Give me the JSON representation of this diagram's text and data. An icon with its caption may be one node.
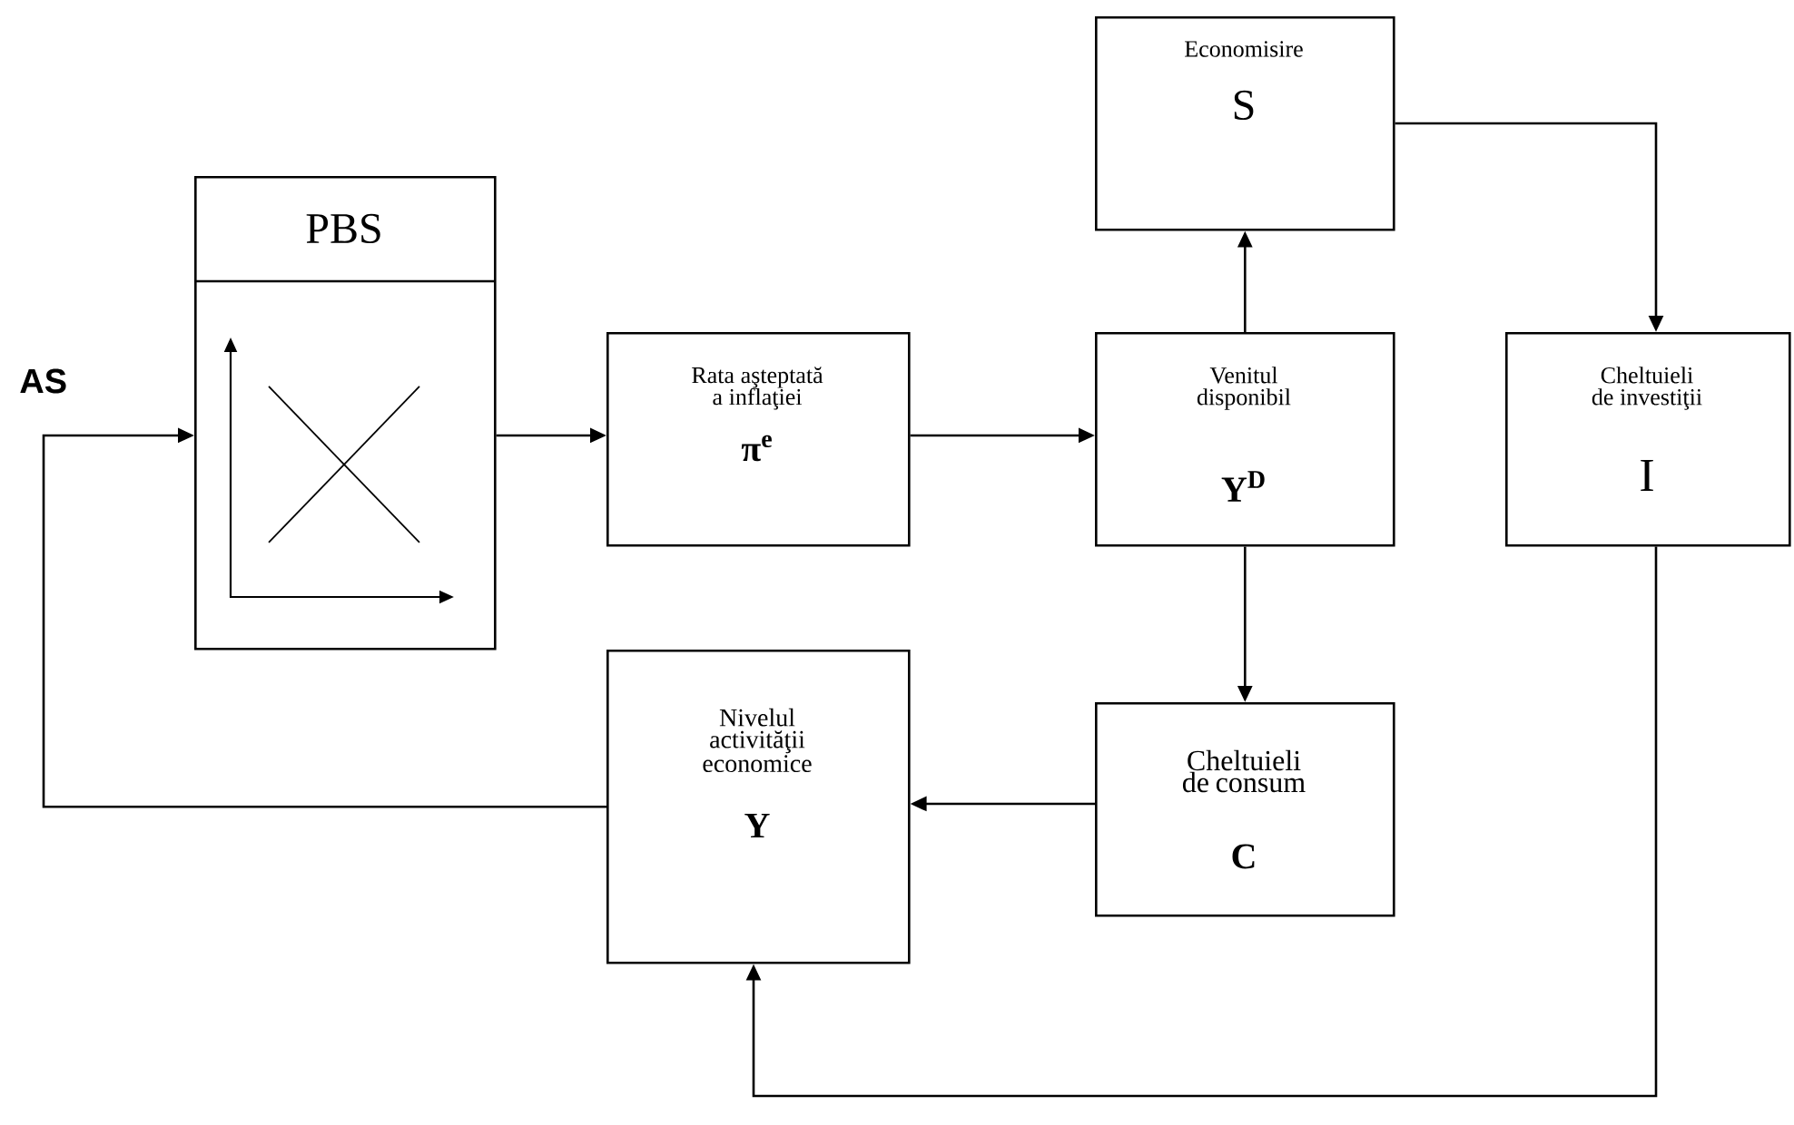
{
  "diagram": {
    "nodes": [
      {
        "text": [
          "PBS"
        ]
      },
      {
        "text": [
          "Economisire",
          "S"
        ]
      },
      {
        "text": [
          "Rata aşteptată a inflaţiei",
          "π$^{e}$"
        ]
      },
      {
        "text": [
          "Venitul disponibil",
          "Y$^{D}$"
        ]
      },
      {
        "text": [
          "Cheltuieli de investiţii",
          "I"
        ]
      },
      {
        "text": [
          "Nivelul activităţii economice",
          "Y"
        ]
      },
      {
        "text": [
          "Cheltuieli de consum",
          "C"
        ]
      }
    ],
    "edges": [
      {
        "from": 5,
        "to": 0,
        "arrow": "to"
      },
      {
        "from": 0,
        "to": 2,
        "arrow": "to"
      },
      {
        "from": 2,
        "to": 3,
        "arrow": "to"
      },
      {
        "from": 3,
        "to": 1,
        "arrow": "to"
      },
      {
        "from": 1,
        "to": 4,
        "arrow": "to"
      },
      {
        "from": 3,
        "to": 6,
        "arrow": "to"
      },
      {
        "from": 6,
        "to": 5,
        "arrow": "to"
      },
      {
        "from": 4,
        "to": 5,
        "arrow": "to"
      }
    ],
    "labels": [
      "AS"
    ]
  }
}
